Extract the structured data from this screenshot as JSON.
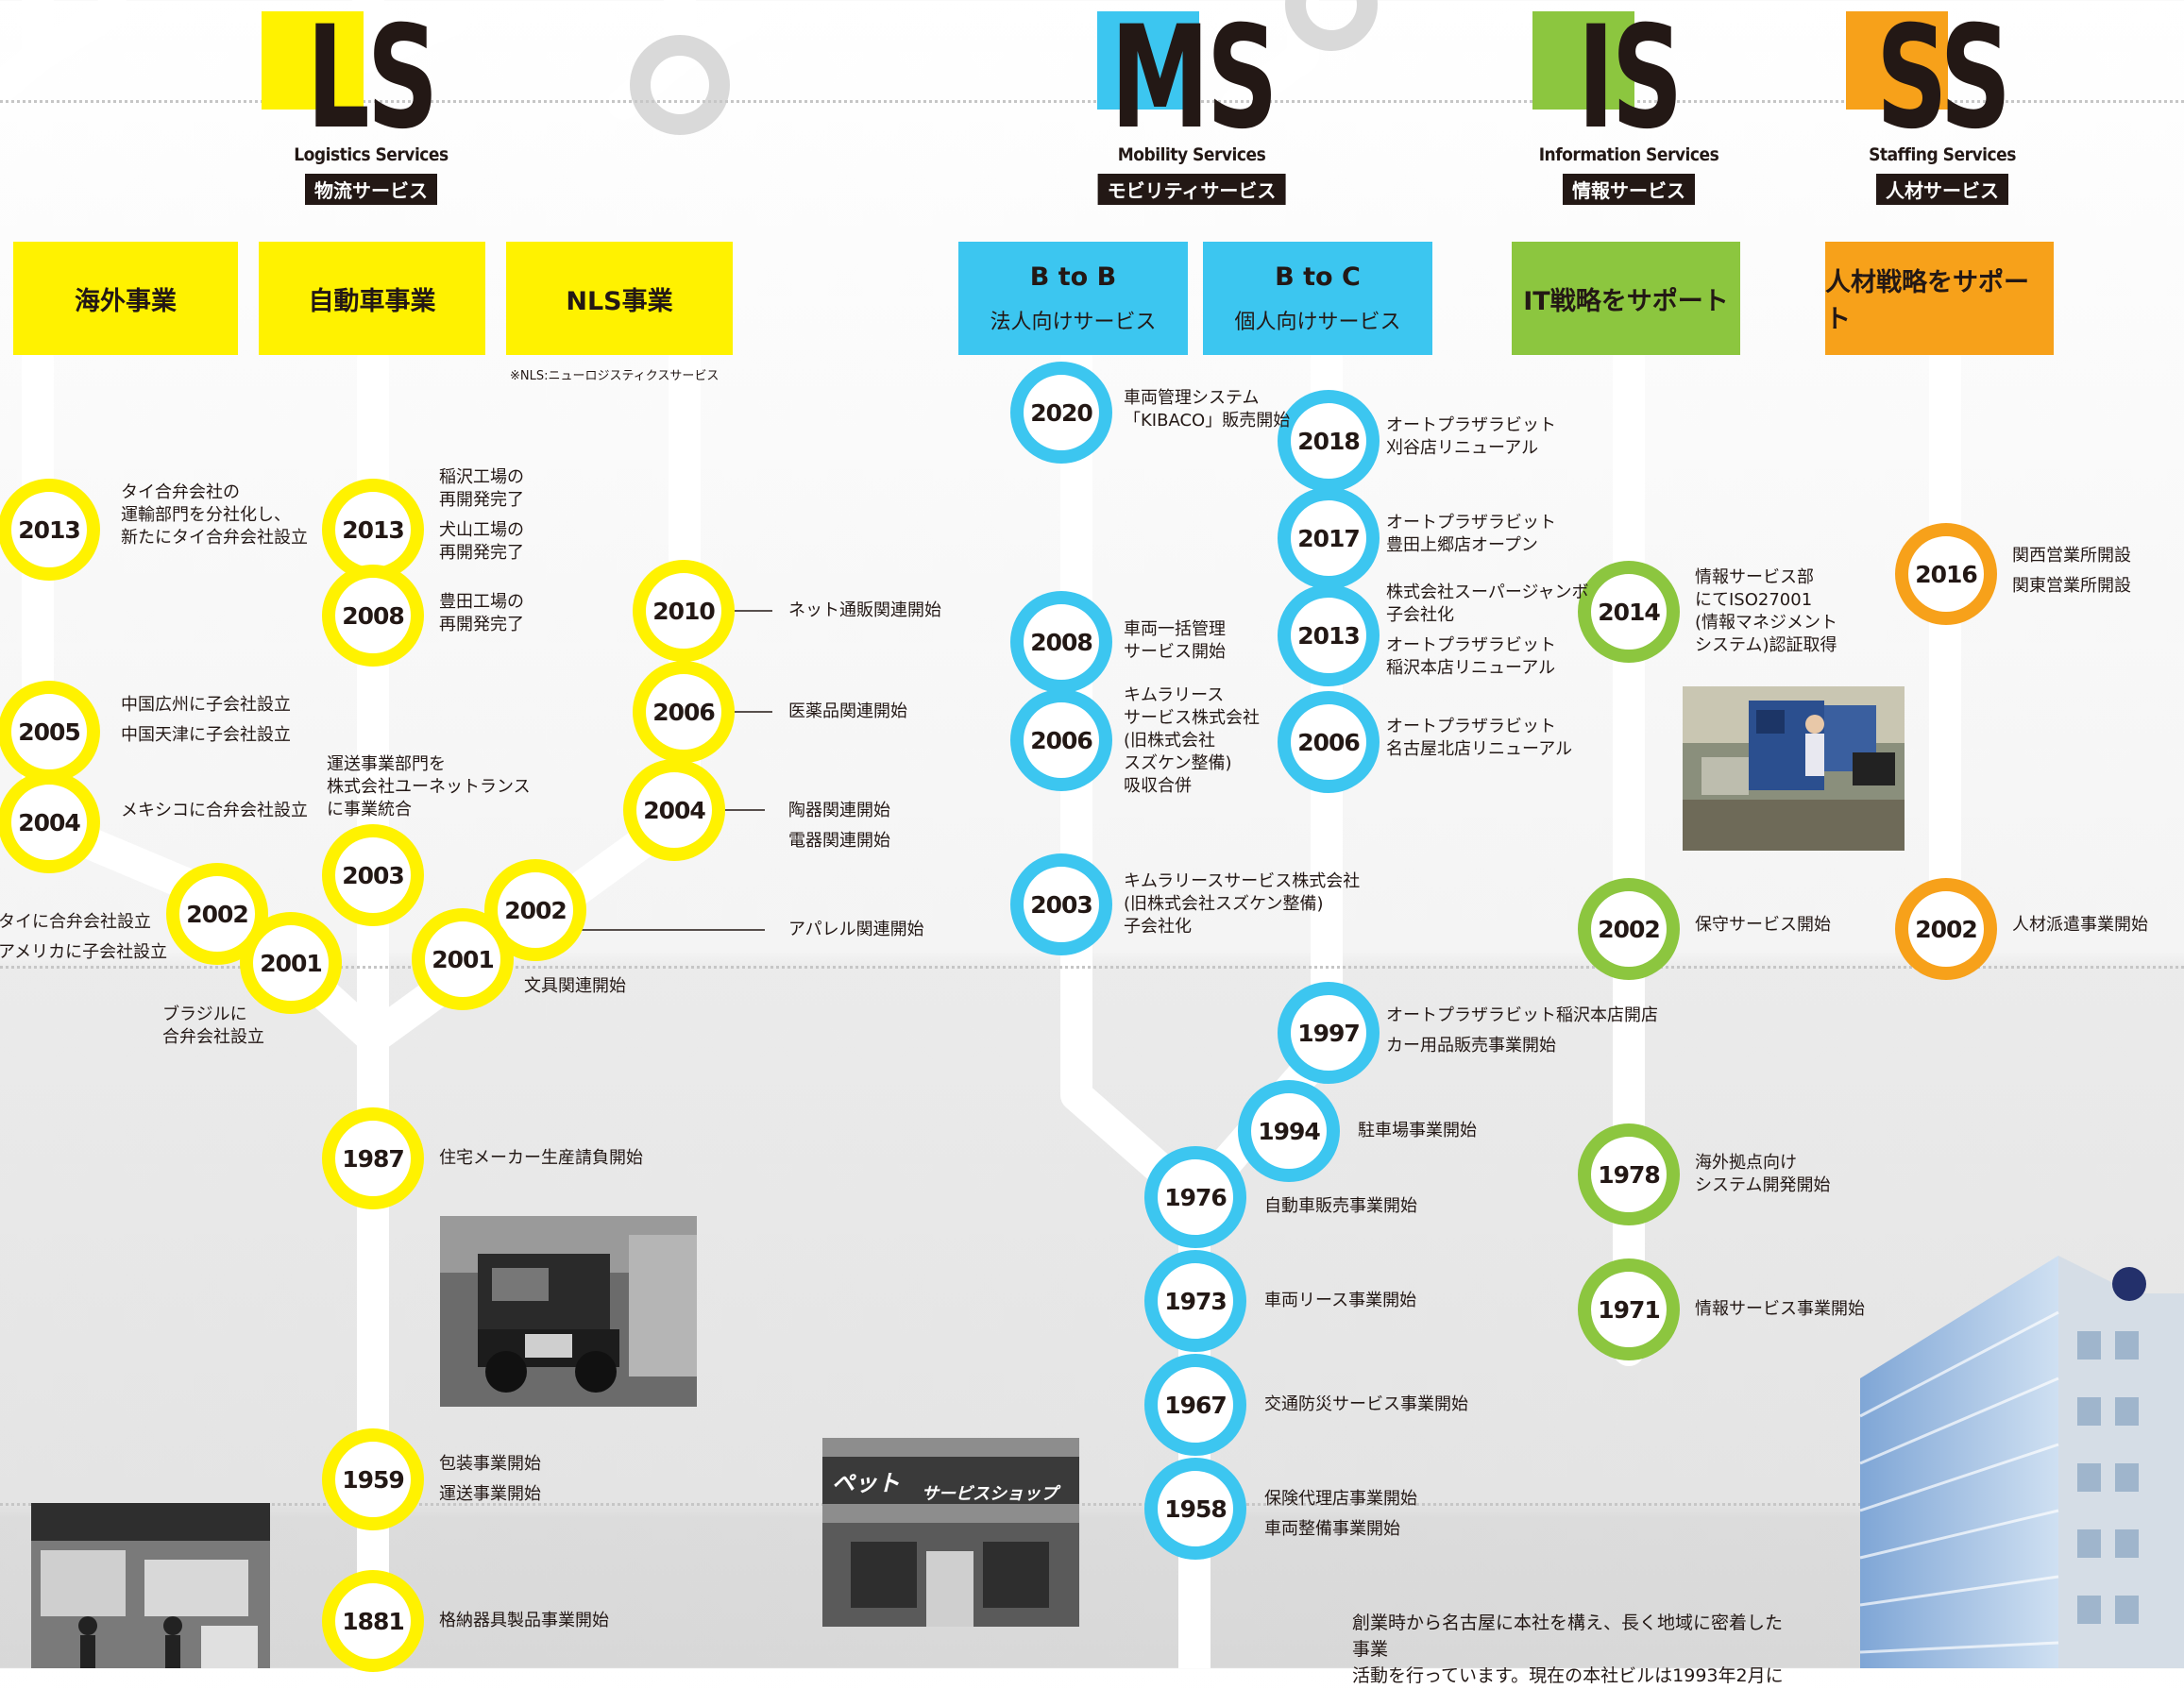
{
  "colors": {
    "ls": "#fff200",
    "ms": "#3cc6f0",
    "is": "#8cc63f",
    "ss": "#f7a11a",
    "ink": "#231815"
  },
  "headers": [
    {
      "id": "ls",
      "abbr": "LS",
      "en": "Logistics Services",
      "jp": "物流サービス"
    },
    {
      "id": "ms",
      "abbr": "MS",
      "en": "Mobility Services",
      "jp": "モビリティサービス"
    },
    {
      "id": "is",
      "abbr": "IS",
      "en": "Information Services",
      "jp": "情報サービス"
    },
    {
      "id": "ss",
      "abbr": "SS",
      "en": "Staffing Services",
      "jp": "人材サービス"
    }
  ],
  "categories": {
    "overseas": "海外事業",
    "auto": "自動車事業",
    "nls": "NLS事業",
    "btob": "B to B",
    "btob_sub": "法人向けサービス",
    "btoc": "B to C",
    "btoc_sub": "個人向けサービス",
    "it": "IT戦略をサポート",
    "hr": "人材戦略をサポート"
  },
  "nls_note": "※NLS:ニューロジスティクスサービス",
  "years": {
    "ov2013": "2013",
    "ov2005": "2005",
    "ov2004": "2004",
    "ov2002": "2002",
    "ov2001": "2001",
    "au2013": "2013",
    "au2008": "2008",
    "au2003": "2003",
    "au1987": "1987",
    "au1959": "1959",
    "au1881": "1881",
    "nl2010": "2010",
    "nl2006": "2006",
    "nl2004": "2004",
    "nl2002": "2002",
    "nl2001": "2001",
    "bb2020": "2020",
    "bb2008": "2008",
    "bb2006": "2006",
    "bb2003": "2003",
    "bc2018": "2018",
    "bc2017": "2017",
    "bc2013": "2013",
    "bc2006": "2006",
    "bc1997": "1997",
    "bc1994": "1994",
    "ms1976": "1976",
    "ms1973": "1973",
    "ms1967": "1967",
    "ms1958": "1958",
    "is2014": "2014",
    "is2002": "2002",
    "is1978": "1978",
    "is1971": "1971",
    "ss2016": "2016",
    "ss2002": "2002"
  },
  "events": {
    "ov2013_a": "タイ合弁会社の",
    "ov2013_b": "運輸部門を分社化し、",
    "ov2013_c": "新たにタイ合弁会社設立",
    "ov2005_a": "中国広州に子会社設立",
    "ov2005_b": "中国天津に子会社設立",
    "ov2004": "メキシコに合弁会社設立",
    "ov2002_a": "タイに合弁会社設立",
    "ov2002_b": "アメリカに子会社設立",
    "ov2001_a": "ブラジルに",
    "ov2001_b": "合弁会社設立",
    "au2013_a": "稲沢工場の",
    "au2013_b": "再開発完了",
    "au2013_c": "犬山工場の",
    "au2013_d": "再開発完了",
    "au2008_a": "豊田工場の",
    "au2008_b": "再開発完了",
    "au2003_a": "運送事業部門を",
    "au2003_b": "株式会社ユーネットランス",
    "au2003_c": "に事業統合",
    "au1987": "住宅メーカー生産請負開始",
    "au1959_a": "包装事業開始",
    "au1959_b": "運送事業開始",
    "au1881": "格納器具製品事業開始",
    "nl2010": "ネット通販関連開始",
    "nl2006": "医薬品関連開始",
    "nl2004_a": "陶器関連開始",
    "nl2004_b": "電器関連開始",
    "nl2002": "アパレル関連開始",
    "nl2001": "文具関連開始",
    "bb2020_a": "車両管理システム",
    "bb2020_b": "「KIBACO」販売開始",
    "bb2008_a": "車両一括管理",
    "bb2008_b": "サービス開始",
    "bb2006_a": "キムラリース",
    "bb2006_b": "サービス株式会社",
    "bb2006_c": "(旧株式会社",
    "bb2006_d": "スズケン整備)",
    "bb2006_e": "吸収合併",
    "bb2003_a": "キムラリースサービス株式会社",
    "bb2003_b": "(旧株式会社スズケン整備)",
    "bb2003_c": "子会社化",
    "bc2018_a": "オートプラザラビット",
    "bc2018_b": "刈谷店リニューアル",
    "bc2017_a": "オートプラザラビット",
    "bc2017_b": "豊田上郷店オープン",
    "bc2013_a": "株式会社スーパージャンボ",
    "bc2013_b": "子会社化",
    "bc2013_c": "オートプラザラビット",
    "bc2013_d": "稲沢本店リニューアル",
    "bc2006_a": "オートプラザラビット",
    "bc2006_b": "名古屋北店リニューアル",
    "bc1997_a": "オートプラザラビット稲沢本店開店",
    "bc1997_b": "カー用品販売事業開始",
    "bc1994": "駐車場事業開始",
    "ms1976": "自動車販売事業開始",
    "ms1973": "車両リース事業開始",
    "ms1967": "交通防災サービス事業開始",
    "ms1958_a": "保険代理店事業開始",
    "ms1958_b": "車両整備事業開始",
    "is2014_a": "情報サービス部",
    "is2014_b": "にてISO27001",
    "is2014_c": "(情報マネジメント",
    "is2014_d": "システム)認証取得",
    "is2002": "保守サービス開始",
    "is1978_a": "海外拠点向け",
    "is1978_b": "システム開発開始",
    "is1971": "情報サービス事業開始",
    "ss2016_a": "関西営業所開設",
    "ss2016_b": "関東営業所開設",
    "ss2002": "人材派遣事業開始"
  },
  "photo_sign": {
    "a": "ペット",
    "b": "サービスショップ"
  },
  "paragraph": {
    "l1": "創業時から名古屋に本社を構え、長く地域に密着した事業",
    "l2": "活動を行っています。現在の本社ビルは1993年2月に"
  }
}
